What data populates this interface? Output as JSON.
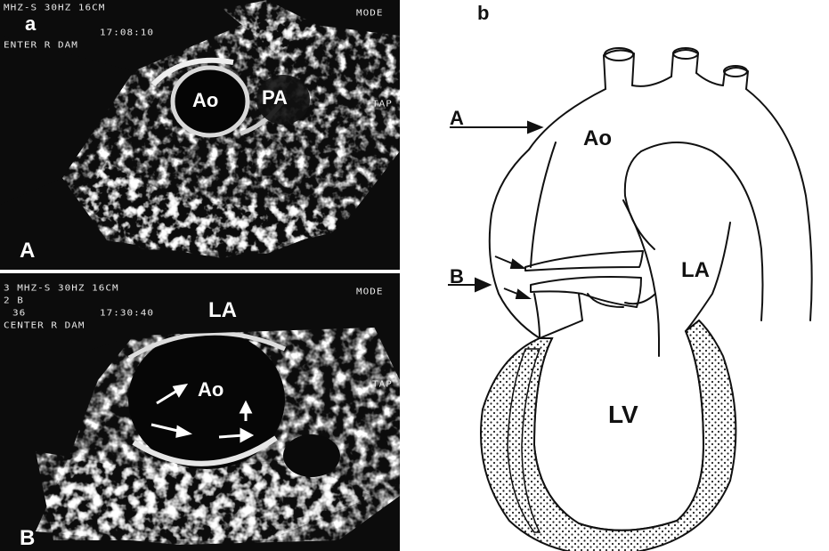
{
  "panel_a": {
    "label_letter": "a",
    "overlay_line1": "MHZ-S 30HZ 16CM",
    "overlay_time": "17:08:10",
    "overlay_line3": "ENTER R DAM",
    "overlay_mode": "MODE",
    "overlay_tap": "TAP",
    "structure_ao": "Ao",
    "structure_pa": "PA",
    "view_letter": "A"
  },
  "panel_b": {
    "overlay_line1": "3 MHZ-S 30HZ 16CM",
    "overlay_line2": "2 B",
    "overlay_num": "36",
    "overlay_time": "17:30:40",
    "overlay_line4": "CENTER R DAM",
    "overlay_mode": "MODE",
    "overlay_tap": "TAP",
    "structure_la": "LA",
    "structure_ao": "Ao",
    "view_letter": "B"
  },
  "diagram": {
    "label_letter": "b",
    "arrow_a": "A",
    "arrow_b": "B",
    "label_ao": "Ao",
    "label_la": "LA",
    "label_lv": "LV"
  }
}
